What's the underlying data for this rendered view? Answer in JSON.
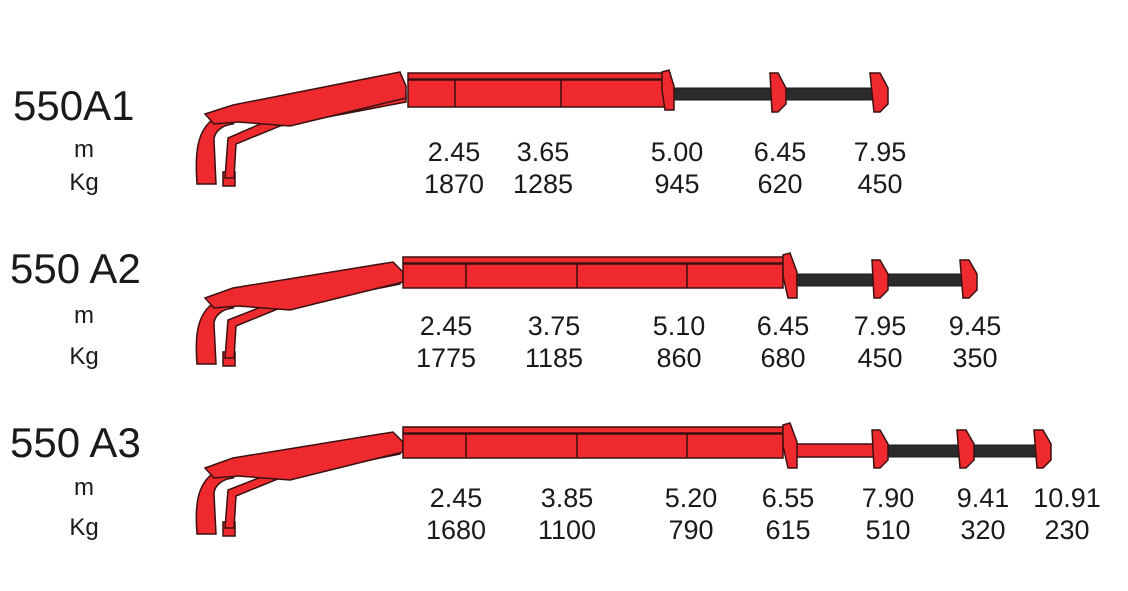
{
  "colors": {
    "boom_red": "#ee2a2e",
    "extension_black": "#2b2b2b",
    "outline": "#3a1010",
    "text": "#1a1a1a"
  },
  "cranes": [
    {
      "model": "550A1",
      "unit_reach": "m",
      "unit_load": "Kg",
      "points": [
        {
          "reach": "2.45",
          "load": "1870"
        },
        {
          "reach": "3.65",
          "load": "1285"
        },
        {
          "reach": "5.00",
          "load": "945"
        },
        {
          "reach": "6.45",
          "load": "620"
        },
        {
          "reach": "7.95",
          "load": "450"
        }
      ]
    },
    {
      "model": "550 A2",
      "unit_reach": "m",
      "unit_load": "Kg",
      "points": [
        {
          "reach": "2.45",
          "load": "1775"
        },
        {
          "reach": "3.75",
          "load": "1185"
        },
        {
          "reach": "5.10",
          "load": "860"
        },
        {
          "reach": "6.45",
          "load": "680"
        },
        {
          "reach": "7.95",
          "load": "450"
        },
        {
          "reach": "9.45",
          "load": "350"
        }
      ]
    },
    {
      "model": "550 A3",
      "unit_reach": "m",
      "unit_load": "Kg",
      "points": [
        {
          "reach": "2.45",
          "load": "1680"
        },
        {
          "reach": "3.85",
          "load": "1100"
        },
        {
          "reach": "5.20",
          "load": "790"
        },
        {
          "reach": "6.55",
          "load": "615"
        },
        {
          "reach": "7.90",
          "load": "510"
        },
        {
          "reach": "9.41",
          "load": "320"
        },
        {
          "reach": "10.91",
          "load": "230"
        }
      ]
    }
  ]
}
